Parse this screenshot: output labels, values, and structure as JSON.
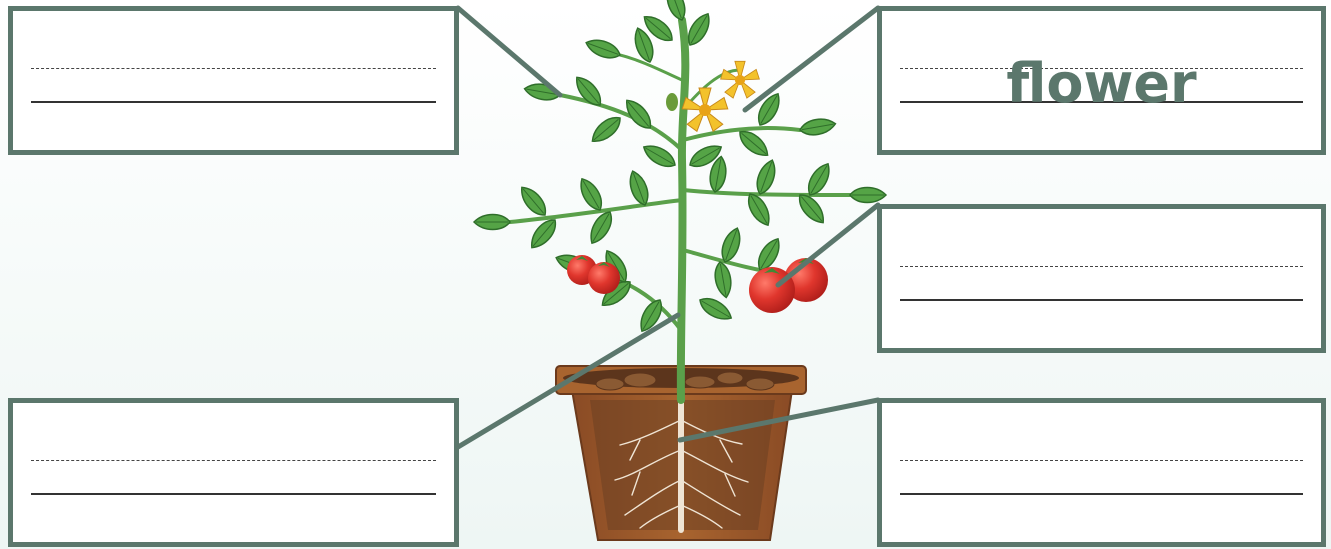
{
  "labels": [
    {
      "id": "top-left",
      "text": ""
    },
    {
      "id": "top-right",
      "text": "flower"
    },
    {
      "id": "middle-right",
      "text": ""
    },
    {
      "id": "bottom-left",
      "text": ""
    },
    {
      "id": "bottom-right",
      "text": ""
    }
  ],
  "colors": {
    "box_border": "#5b776c",
    "leaf": "#4f9a45",
    "stem": "#5aa04a",
    "flower": "#f2c12e",
    "tomato": "#d8312b",
    "soil": "#6b3f22",
    "pot": "#9a5a2f",
    "root": "#f3eadf"
  }
}
